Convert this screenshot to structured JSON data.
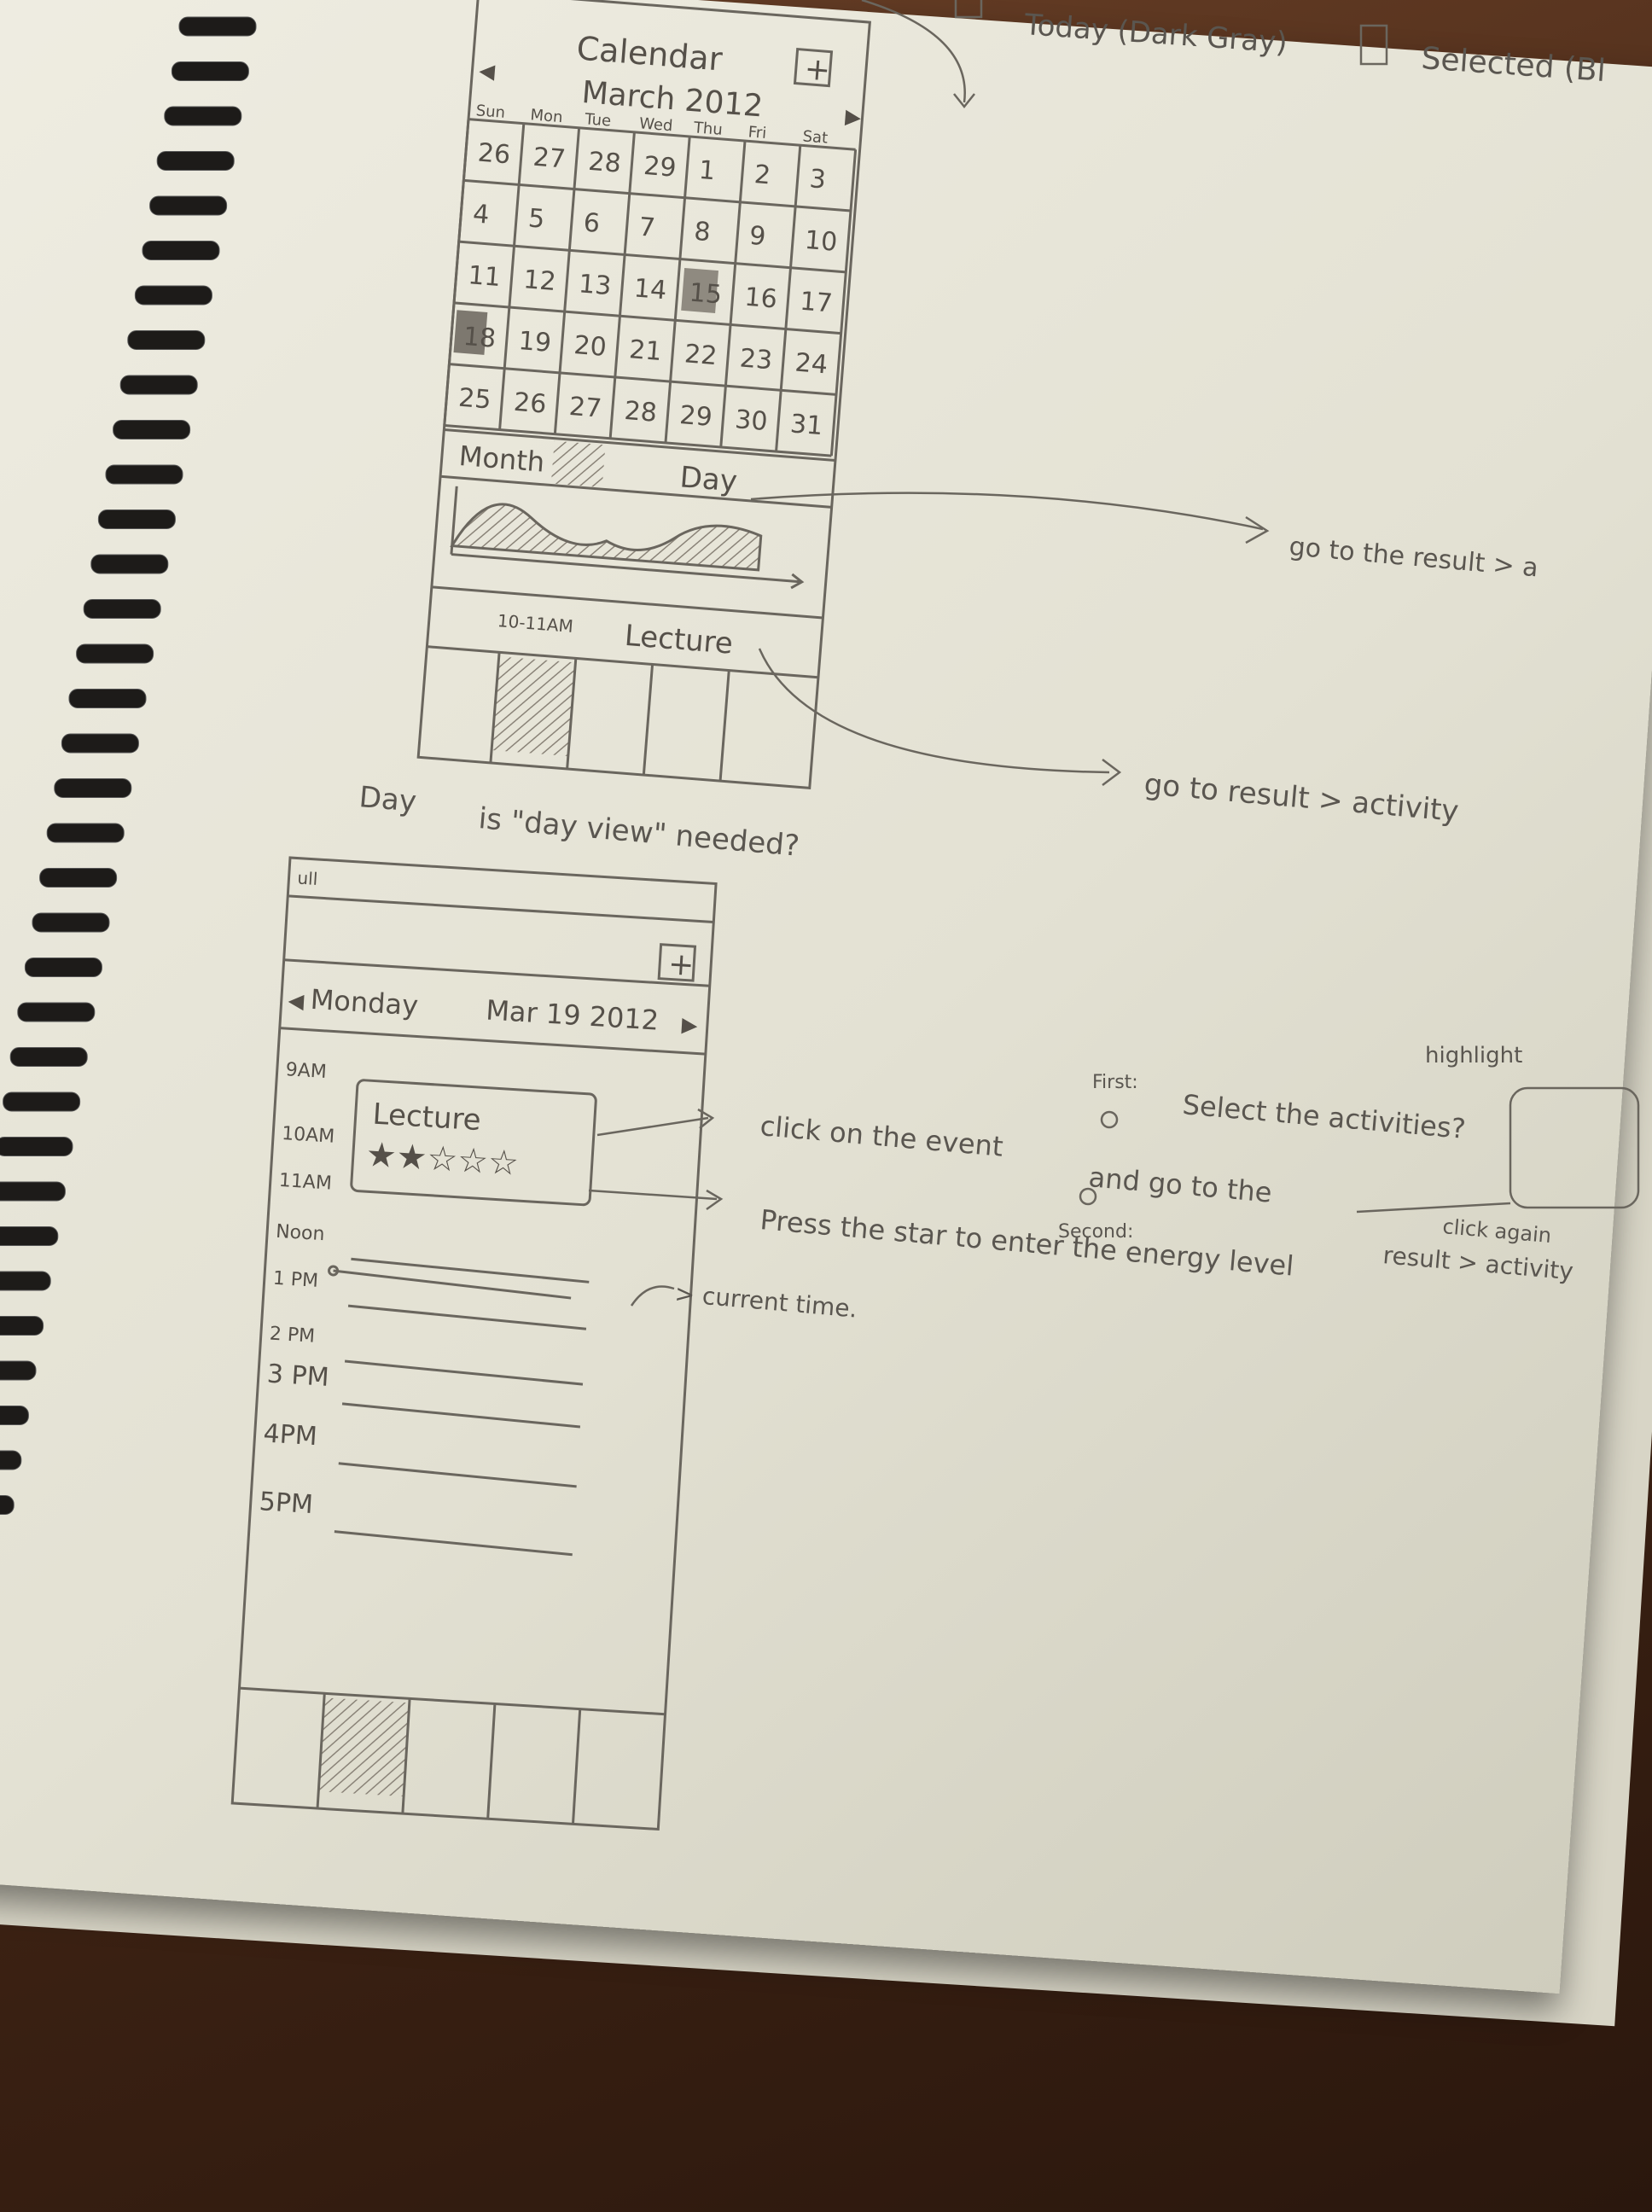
{
  "wireframe_month": {
    "title": "Calendar",
    "add_symbol": "+",
    "month_label": "March 2012",
    "weekdays": [
      "Sun",
      "Mon",
      "Tue",
      "Wed",
      "Thu",
      "Fri",
      "Sat"
    ],
    "weeks": [
      [
        "26",
        "27",
        "28",
        "29",
        "1",
        "2",
        "3"
      ],
      [
        "4",
        "5",
        "6",
        "7",
        "8",
        "9",
        "10"
      ],
      [
        "11",
        "12",
        "13",
        "14",
        "15",
        "16",
        "17"
      ],
      [
        "18",
        "19",
        "20",
        "21",
        "22",
        "23",
        "24"
      ],
      [
        "25",
        "26",
        "27",
        "28",
        "29",
        "30",
        "31"
      ]
    ],
    "view_tabs": [
      "Month",
      "Day"
    ],
    "event_time": "10-11AM",
    "event_name": "Lecture"
  },
  "wireframe_day": {
    "status_text": "ull",
    "day_label": "Monday",
    "date_label": "Mar 19 2012",
    "add_symbol": "+",
    "hours": [
      "9AM",
      "10AM",
      "11AM",
      "Noon",
      "1 PM",
      "2 PM",
      "3 PM",
      "4PM",
      "5PM"
    ],
    "event_name": "Lecture",
    "stars": "★★☆☆☆"
  },
  "annotations": {
    "legend_today": "Today (Dark Gray)",
    "legend_selected": "Selected (Bl",
    "go_result_1": "go to the result > a",
    "go_result_2": "go to result > activity",
    "day_question_1": "Day",
    "day_question_2": "is \"day view\" needed?",
    "first_label": "First:",
    "select_activities": "Select the activities?",
    "highlight": "highlight",
    "click_event": "click on the event",
    "and_go": "and go to the",
    "click_again": "click again",
    "result_activity": "result > activity",
    "second_label": "Second:",
    "press_star": "Press the star to enter the energy level",
    "current_time": "> current time."
  }
}
